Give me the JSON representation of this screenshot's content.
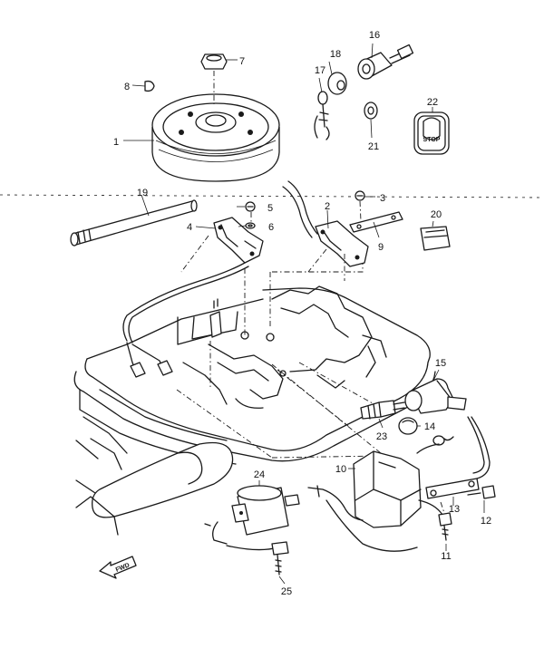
{
  "callouts": [
    "1",
    "2",
    "3",
    "4",
    "5",
    "6",
    "7",
    "8",
    "9",
    "10",
    "11",
    "12",
    "13",
    "14",
    "15",
    "16",
    "17",
    "18",
    "19",
    "20",
    "21",
    "22",
    "23",
    "24",
    "25"
  ],
  "stop_label": "STOP",
  "fwd_label": "FWD"
}
